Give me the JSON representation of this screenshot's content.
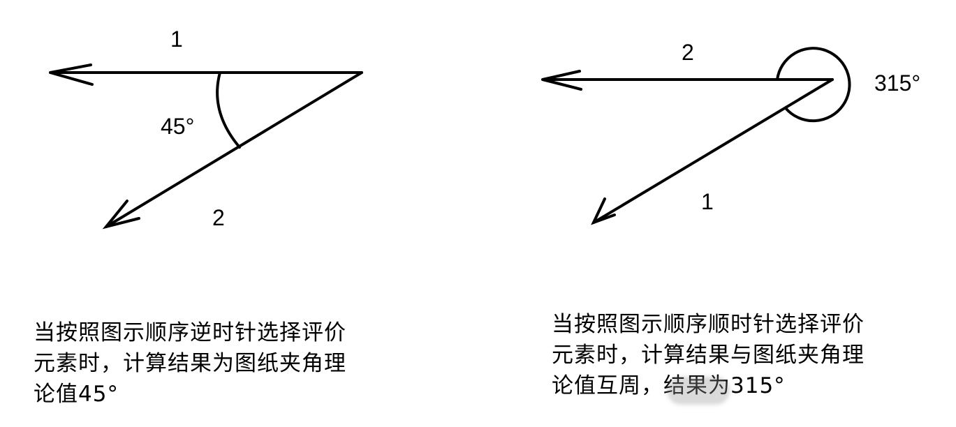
{
  "left_diagram": {
    "arrow_1_label": "1",
    "arrow_2_label": "2",
    "angle_label": "45°",
    "angle_degrees": 45,
    "direction": "counterclockwise"
  },
  "right_diagram": {
    "arrow_1_label": "1",
    "arrow_2_label": "2",
    "angle_label": "315°",
    "angle_degrees": 315,
    "direction": "clockwise"
  },
  "captions": {
    "left": {
      "line1": "当按照图示顺序逆时针选择评价",
      "line2": "元素时，计算结果为图纸夹角理",
      "line3": "论值45°"
    },
    "right": {
      "line1": "当按照图示顺序顺时针选择评价",
      "line2": "元素时，计算结果与图纸夹角理",
      "line3": "论值互周，结果为315°"
    }
  },
  "colors": {
    "stroke": "#000000",
    "background": "#ffffff"
  }
}
